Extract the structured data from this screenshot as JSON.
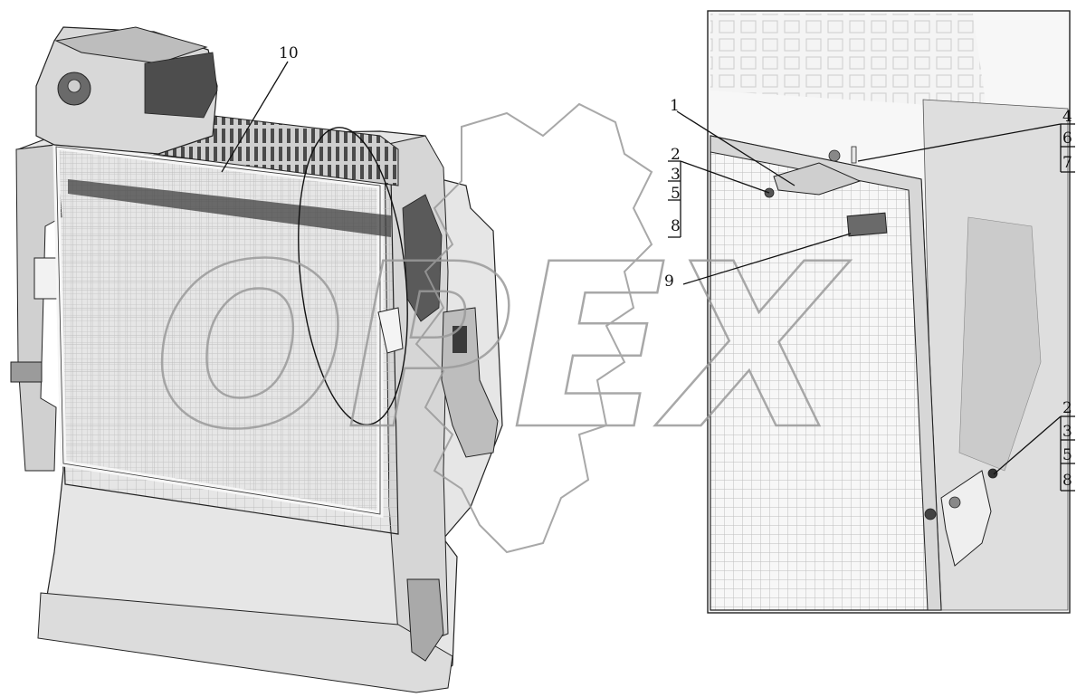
{
  "diagram": {
    "callouts_main": [
      {
        "id": "10",
        "label": "10"
      }
    ],
    "callouts_detail": [
      {
        "id": "1",
        "label": "1"
      },
      {
        "id": "9",
        "label": "9"
      }
    ],
    "stack_top_left": [
      "2",
      "3",
      "5",
      "8"
    ],
    "stack_top_right": [
      "4",
      "6",
      "7"
    ],
    "stack_bottom_right": [
      "2",
      "3",
      "5",
      "8"
    ],
    "watermark": "OPEX",
    "colors": {
      "line": "#111111",
      "body_light": "#e4e4e4",
      "body_mid": "#c8c8c8",
      "body_dark": "#8a8a8a",
      "mesh": "#bdbdbd",
      "watermark": "#9a9a9a"
    }
  }
}
